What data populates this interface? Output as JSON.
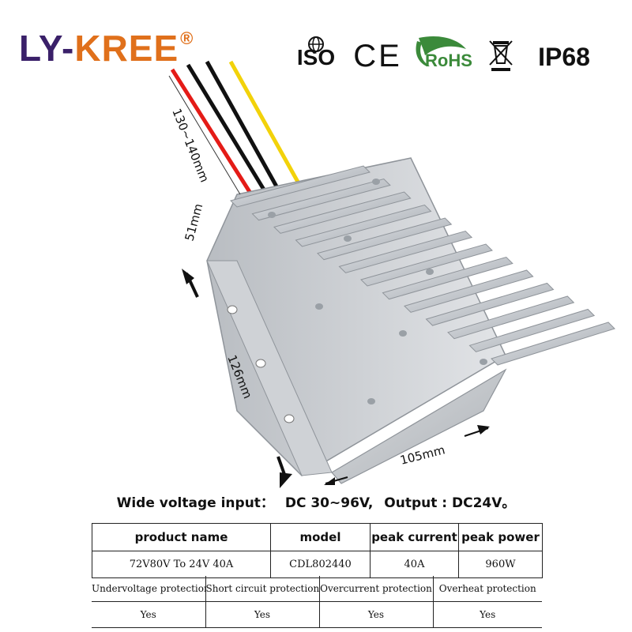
{
  "brand": {
    "name_part1": "LY-",
    "name_part2": "KREE",
    "registered": "®"
  },
  "certifications": {
    "iso": "ISO",
    "ce": "CE",
    "rohs": "RoHS",
    "ip": "IP68"
  },
  "dimensions": {
    "cable": "130~140mm",
    "height": "51mm",
    "length": "126mm",
    "width": "105mm"
  },
  "headline": {
    "input_label": "Wide voltage input：",
    "input_value": "DC 30~96V,",
    "output_label": "Output : DC24V。"
  },
  "spec_table": {
    "headers": [
      "product name",
      "model",
      "peak current",
      "peak power"
    ],
    "values": [
      "72V80V To 24V  40A",
      "CDL802440",
      "40A",
      "960W"
    ]
  },
  "protection_table": {
    "headers": [
      "Undervoltage protection",
      "Short circuit protection",
      "Overcurrent protection",
      "Overheat protection"
    ],
    "values": [
      "Yes",
      "Yes",
      "Yes",
      "Yes"
    ]
  },
  "colors": {
    "brand_purple": "#3a2069",
    "brand_orange": "#e0701b",
    "rohs_green": "#3b8a3a"
  }
}
